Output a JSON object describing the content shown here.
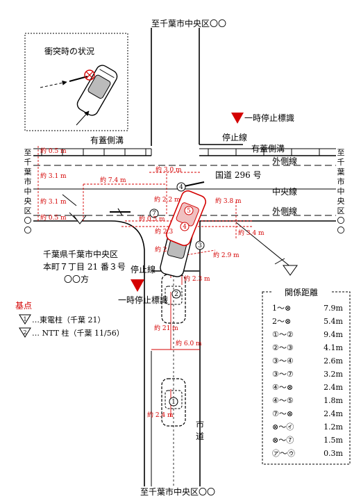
{
  "destinations": {
    "top": "至千葉市中央区〇〇",
    "bottom": "至千葉市中央区〇〇",
    "left": [
      "至",
      "千",
      "葉",
      "市",
      "中",
      "央",
      "区",
      "〇",
      "〇"
    ],
    "right": [
      "至",
      "千",
      "葉",
      "市",
      "中",
      "央",
      "区",
      "〇",
      "〇"
    ]
  },
  "inset": {
    "title": "衝突時の状況"
  },
  "road_labels": {
    "gutter_top": "有蓋側溝",
    "gutter_right": "有蓋側溝",
    "outer_line_top": "外側線",
    "outer_line_bottom": "外側線",
    "center_line": "中央線",
    "route": "国道 296 号",
    "stop_line_top": "停止線",
    "stop_line_left": "停止線",
    "stop_sign_top": "一時停止標識",
    "stop_sign_bottom": "一時停止標識",
    "city_road": [
      "市",
      "道"
    ]
  },
  "address": {
    "line1": "千葉県千葉市中央区",
    "line2": "本町７丁目 21 番３号",
    "line3": "〇〇方"
  },
  "base_points": {
    "title": "基点",
    "items": [
      {
        "marker": "1",
        "text": "…東電柱（千葉 21）"
      },
      {
        "marker": "2",
        "text": "… NTT 柱（千葉 11/56）"
      }
    ]
  },
  "measurements": {
    "m05_top": "約 0.5 m",
    "m31_a": "約 3.1 m",
    "m31_b": "約 3.1 m",
    "m05_b": "約 0.5 m",
    "m74": "約 7.4 m",
    "m30": "約 3.0 m",
    "m22": "約 2.2 m",
    "m38": "約 3.8 m",
    "m34": "約 3.4 m",
    "m29": "約 2.9 m",
    "m05_c": "約 0.5 m",
    "m23a": "約 2.3",
    "m23b": "約 2.3 m",
    "m21a": "約 2",
    "m21": "約 21 m",
    "m60": "約 6.0 m",
    "m24": "約 2.4 m"
  },
  "distances": {
    "title": "関係距離",
    "rows": [
      {
        "label": "1～⊗",
        "value": "7.9m"
      },
      {
        "label": "2～⊗",
        "value": "5.4m"
      },
      {
        "label": "①～②",
        "value": "9.4m"
      },
      {
        "label": "②～③",
        "value": "4.1m"
      },
      {
        "label": "③～④",
        "value": "2.6m"
      },
      {
        "label": "③～⑦",
        "value": "3.2m"
      },
      {
        "label": "④～⊗",
        "value": "2.4m"
      },
      {
        "label": "④～⑤",
        "value": "1.8m"
      },
      {
        "label": "⑦～⊗",
        "value": "2.4m"
      },
      {
        "label": "⊗～㋑",
        "value": "1.2m"
      },
      {
        "label": "⊗～⑦",
        "value": "1.5m"
      },
      {
        "label": "㋐～㋒",
        "value": "0.3m"
      }
    ]
  },
  "colors": {
    "accent": "#d40000",
    "ink": "#000000"
  }
}
